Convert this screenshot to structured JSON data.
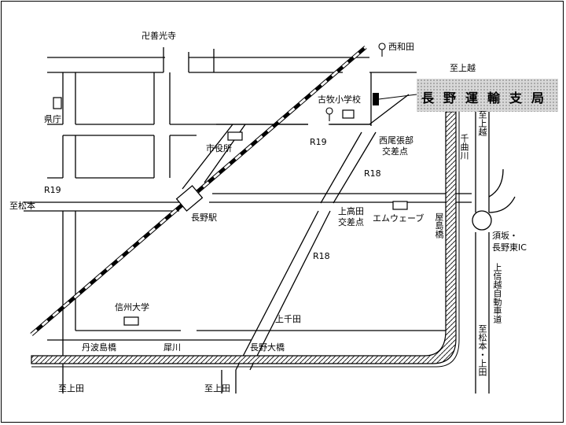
{
  "map": {
    "destination": "長野運輸支局",
    "labels": {
      "zenkoji": "卍善光寺",
      "nishiwada": "西和田",
      "to_kamikoshi_top": "至上越",
      "kenchou": "県庁",
      "kobokushougakkou": "古牧小学校",
      "shiyakusho": "市役所",
      "r19_top": "R19",
      "nishiobase": "西尾張部",
      "kousaten1": "交差点",
      "r18_top": "R18",
      "r19_left": "R19",
      "to_matsumoto_left": "至松本",
      "nagano_station": "長野駅",
      "kamitakada": "上高田",
      "kousaten2": "交差点",
      "mwave": "エムウェーブ",
      "r18_mid": "R18",
      "shinshu_univ": "信州大学",
      "kamichida": "上千田",
      "tanbajima_bridge": "丹波島橋",
      "saigawa": "犀川",
      "nagano_ohashi": "長野大橋",
      "to_ueda_left": "至上田",
      "to_ueda_mid": "至上田",
      "chikumagawa": "千曲川",
      "yashima_bridge": "屋島橋",
      "to_kamikoshi_right": "至上越",
      "suzaka_ic_1": "須坂・",
      "suzaka_ic_2": "長野東IC",
      "joshinetsu_expressway": "上信越自動車道",
      "to_matsumoto_ueda": "至松本・上田"
    }
  }
}
